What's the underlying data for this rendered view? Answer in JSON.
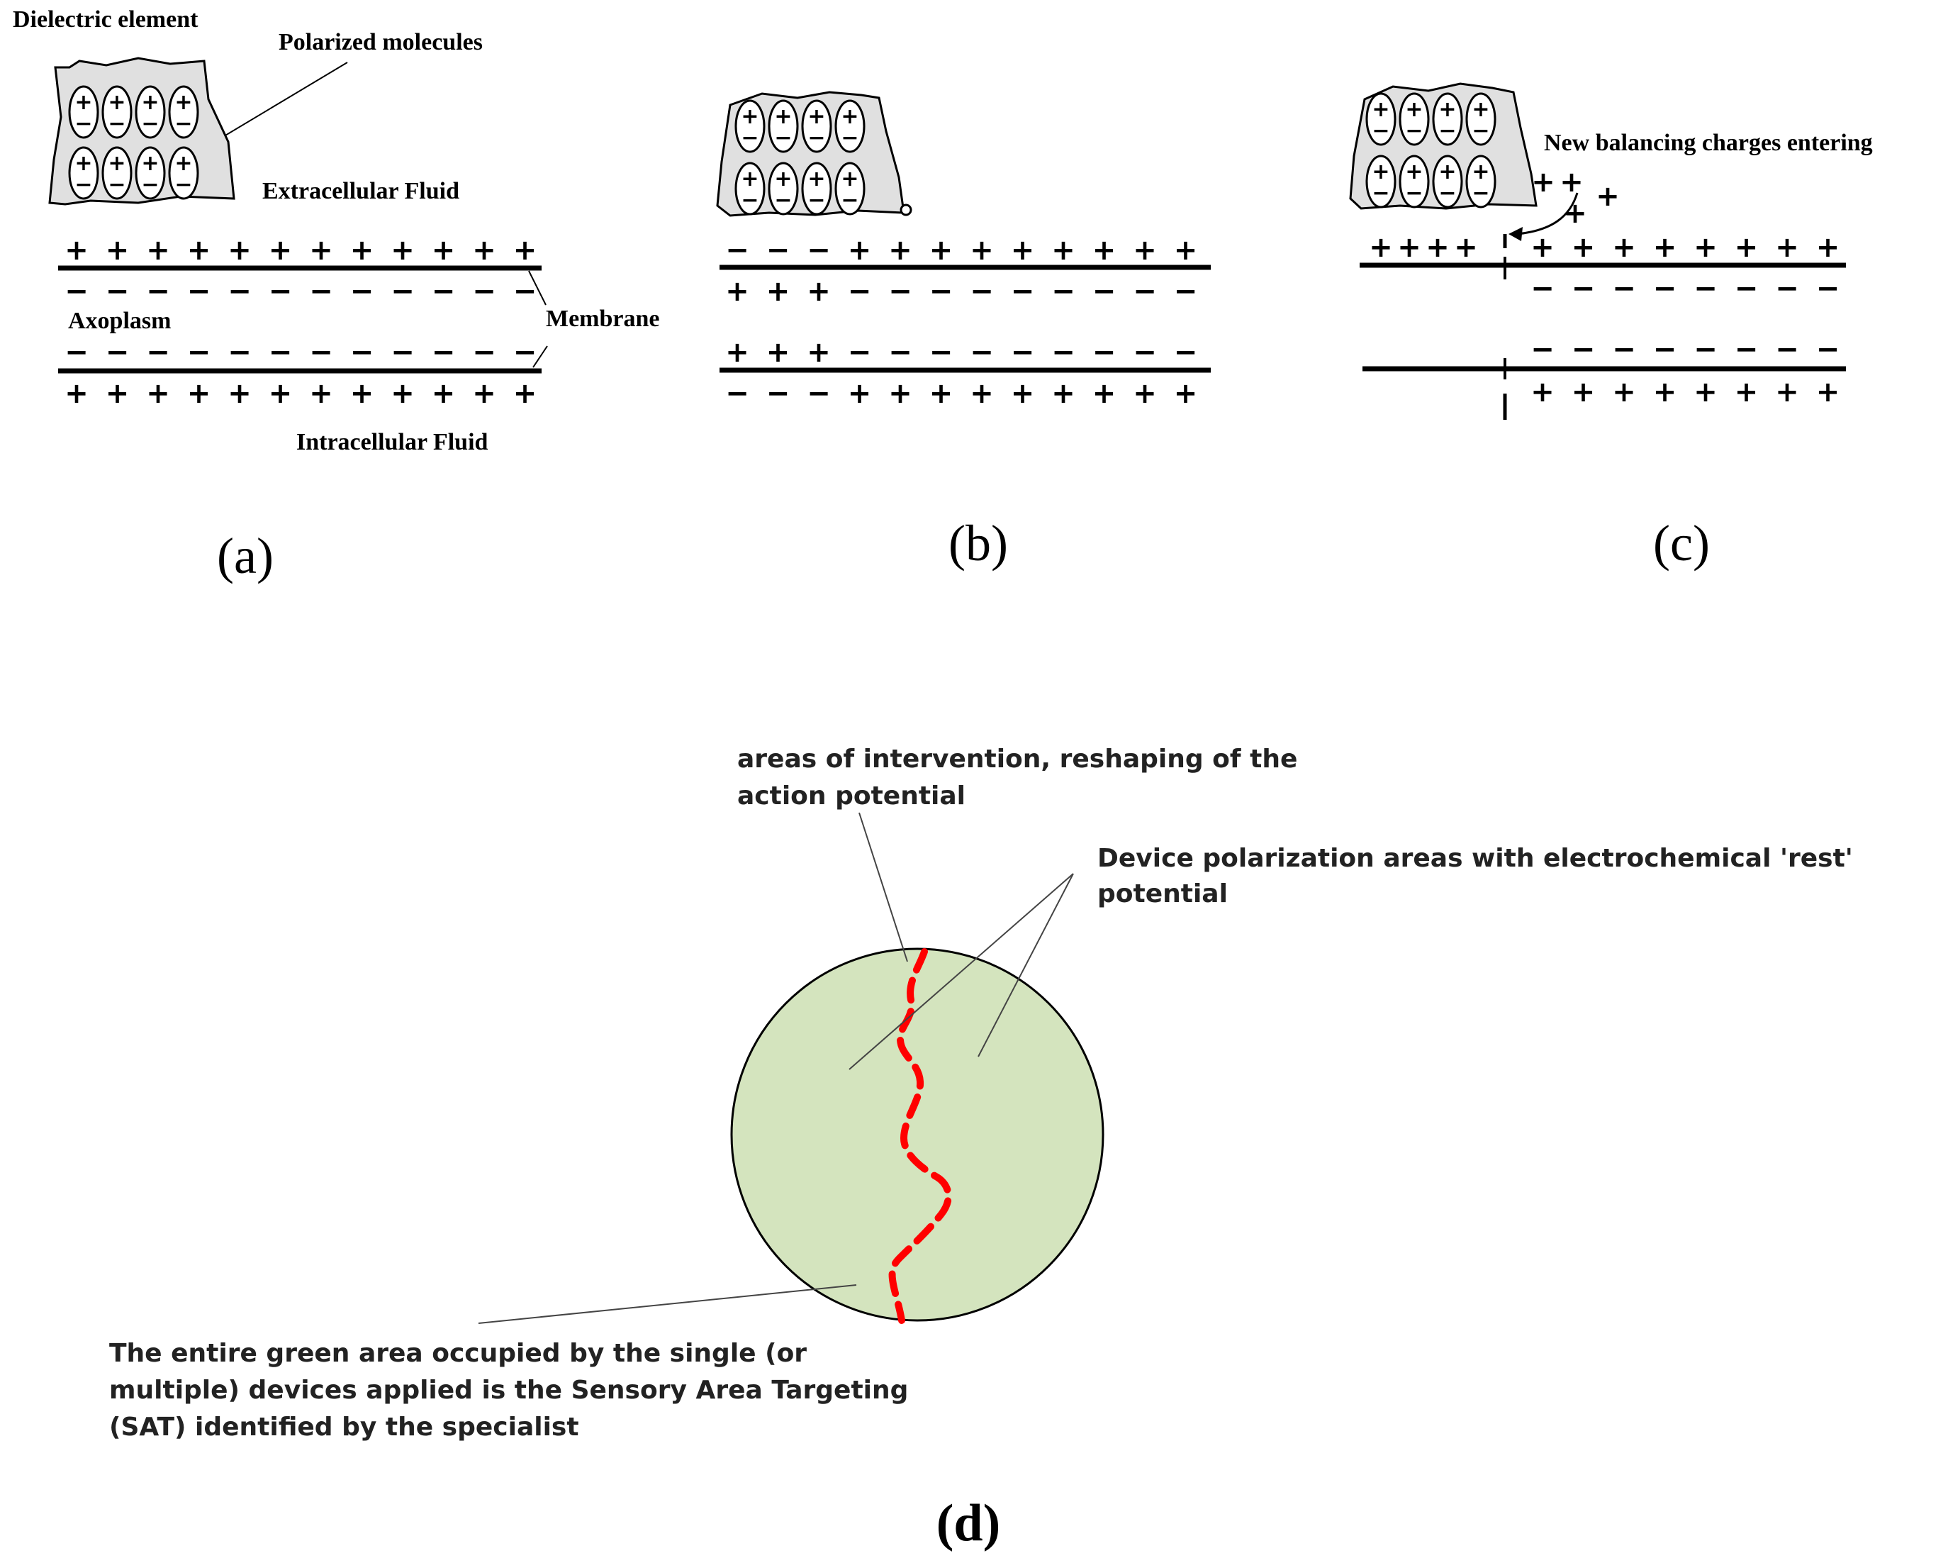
{
  "panel_a": {
    "dielectric_label": "Dielectric element",
    "polarized_label": "Polarized molecules",
    "extracellular_label": "Extracellular Fluid",
    "axoplasm_label": "Axoplasm",
    "membrane_label": "Membrane",
    "intracellular_label": "Intracellular Fluid",
    "caption": "(a)"
  },
  "panel_b": {
    "caption": "(b)"
  },
  "panel_c": {
    "balancing_label": "New balancing charges entering",
    "caption": "(c)"
  },
  "panel_d": {
    "intervention_line1": "areas of intervention, reshaping of the",
    "intervention_line2": "action potential",
    "polarization_line1": "Device polarization areas with electrochemical 'rest'",
    "polarization_line2": "potential",
    "sat_line1": "The entire green area occupied by the single (or",
    "sat_line2": "multiple) devices applied is the Sensory Area Targeting",
    "sat_line3": "(SAT) identified by the specialist",
    "caption": "(d)"
  },
  "glyphs": {
    "plus": "+",
    "minus": "−"
  },
  "colors": {
    "green_fill": "#d4e4be",
    "red_dash": "#ff0000",
    "dielectric_fill": "#e0e0e0"
  }
}
